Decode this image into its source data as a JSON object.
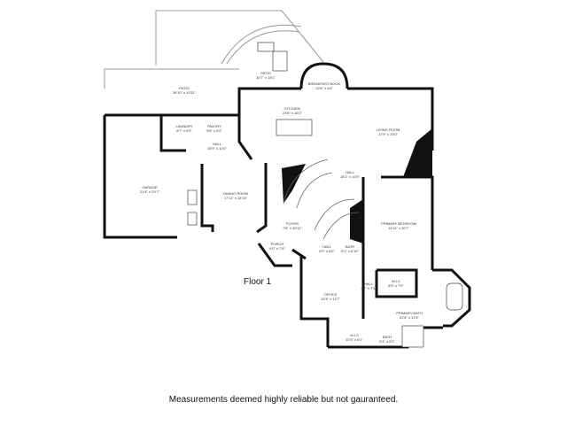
{
  "floor_label": "Floor 1",
  "disclaimer": "Measurements deemed highly reliable but not gauranteed.",
  "rooms": [
    {
      "name": "PATIO",
      "dims": "30'7\" x 18'1\""
    },
    {
      "name": "BREAKFAST NOOK",
      "dims": "12'6\" x 8'4\""
    },
    {
      "name": "PATIO",
      "dims": "26'10\" x 10'11\""
    },
    {
      "name": "KITCHEN",
      "dims": "23'6\" x 16'2\""
    },
    {
      "name": "LAUNDRY",
      "dims": "8'7\" x 6'9\""
    },
    {
      "name": "PANTRY",
      "dims": "5'6\" x 5'2\""
    },
    {
      "name": "HALL",
      "dims": "15'5\" x 10'0\""
    },
    {
      "name": "LIVING ROOM",
      "dims": "17'9\" x 19'0\""
    },
    {
      "name": "GARAGE",
      "dims": "21'4\" x 29'7\""
    },
    {
      "name": "DINING ROOM",
      "dims": "17'11\" x 13'10\""
    },
    {
      "name": "HALL",
      "dims": "18'1\" x 10'0\""
    },
    {
      "name": "FOYER",
      "dims": "7'8\" x 10'11\""
    },
    {
      "name": "PORCH",
      "dims": "4'0\" x 7'9\""
    },
    {
      "name": "HALL",
      "dims": "6'9\" x 6'0\""
    },
    {
      "name": "BATH",
      "dims": "5'1\" x 6'10\""
    },
    {
      "name": "PRIMARY BEDROOM",
      "dims": "14'11\" x 20'7\""
    },
    {
      "name": "W.I.C",
      "dims": "8'9\" x 7'0\""
    },
    {
      "name": "HALL",
      "dims": "2'7\" x 7'5\""
    },
    {
      "name": "OFFICE",
      "dims": "13'3\" x 12'7\""
    },
    {
      "name": "PRIMARY BATH",
      "dims": "22'6\" x 12'4\""
    },
    {
      "name": "W.I.C",
      "dims": "10'3\" x 6'1\""
    },
    {
      "name": "BATH",
      "dims": "5'4\" x 6'0\""
    }
  ]
}
